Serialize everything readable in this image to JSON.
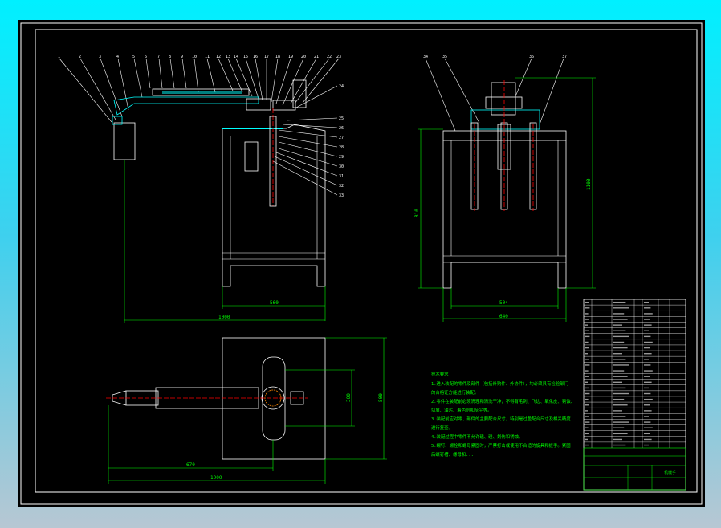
{
  "colors": {
    "background_gradient_top": "#00f0ff",
    "background_gradient_bottom": "#b7c7d3",
    "canvas": "#000000",
    "border": "#ffffff",
    "dimension": "#00ff00",
    "centerline": "#ff0000",
    "part": "#ffffff",
    "section_hatch": "#00ffff",
    "notes_text": "#00ff00"
  },
  "front_view": {
    "dimensions": {
      "base_width": "560",
      "overall_width": "1000"
    }
  },
  "side_view": {
    "dimensions": {
      "inner_width": "504",
      "outer_width": "640",
      "frame_height": "810",
      "overall_height": "1100"
    }
  },
  "top_view": {
    "dimensions": {
      "square_width": "300",
      "plate_height": "500",
      "arm_length": "670",
      "overall_length": "1000"
    }
  },
  "notes": {
    "title": "技术要求",
    "lines": [
      "1.进入装配的零件及部件（包括外购件、外协件），均必须具有检验部门",
      "的合格证方能进行装配。",
      "2.零件在装配前必须清理和清洗干净，不得有毛刺、飞边、氧化皮、锈蚀、",
      "切屑、油污、着色剂和灰尘等。",
      "3.装配前应对零、部件的主要配合尺寸，特别是过盈配合尺寸及相关精度",
      "进行复查。",
      "4.装配过程中零件不允许磕、碰、划伤和锈蚀。",
      "5.螺钉、螺栓和螺母紧固时，严禁打击或使用不合适的旋具和扳手。紧固",
      "后螺钉槽、螺母和..."
    ]
  },
  "title_block": {
    "label": "机械手"
  }
}
